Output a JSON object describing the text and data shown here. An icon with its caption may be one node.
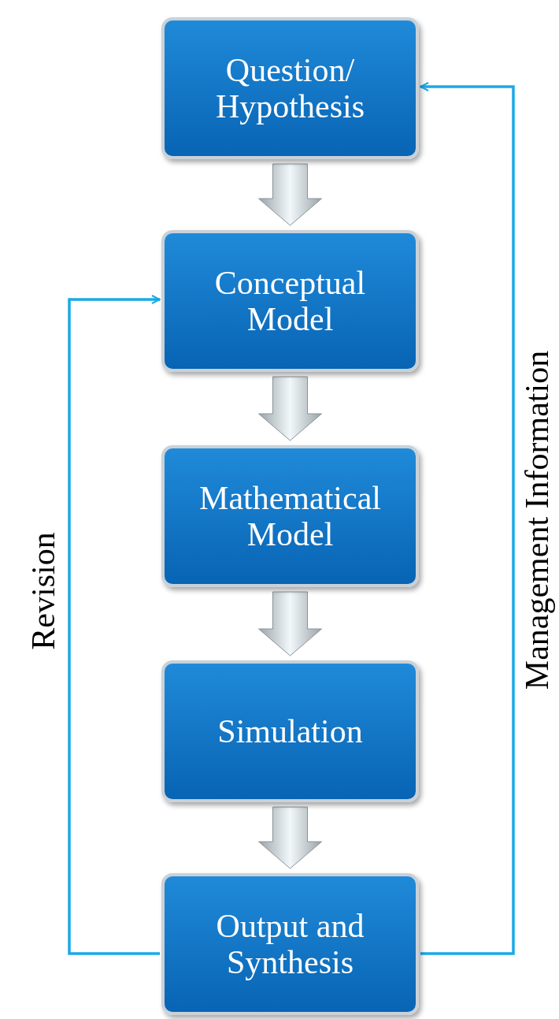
{
  "diagram": {
    "nodes": [
      {
        "text": [
          "Question/ Hypothesis"
        ]
      },
      {
        "text": [
          "Conceptual Model"
        ]
      },
      {
        "text": [
          "Mathematical Model"
        ]
      },
      {
        "text": [
          "Simulation"
        ]
      },
      {
        "text": [
          "Output and Synthesis"
        ]
      }
    ],
    "edges": [
      {
        "from": 0,
        "to": 1,
        "arrow": "to"
      },
      {
        "from": 1,
        "to": 2,
        "arrow": "to"
      },
      {
        "from": 2,
        "to": 3,
        "arrow": "to"
      },
      {
        "from": 3,
        "to": 4,
        "arrow": "to"
      },
      {
        "from": 4,
        "to": 1,
        "arrow": "to",
        "label": "Revision",
        "color": "#1aa9e6"
      },
      {
        "from": 4,
        "to": 0,
        "arrow": "to",
        "label": "Management Information",
        "color": "#1aa9e6"
      }
    ]
  }
}
